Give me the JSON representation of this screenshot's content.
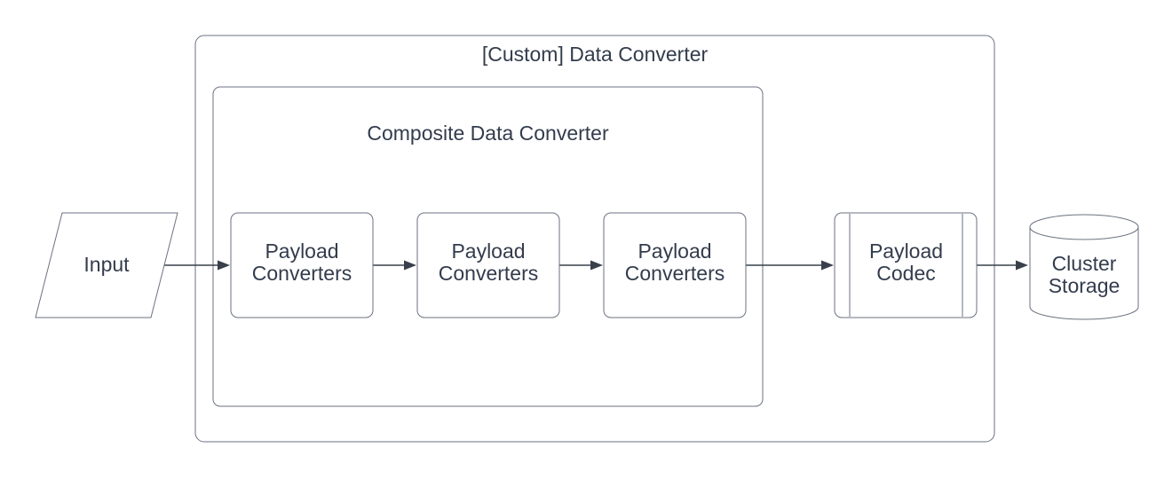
{
  "colors": {
    "background": "#ffffff",
    "shape_fill": "#ffffff",
    "shape_border": "#6b7280",
    "arrow": "#39404c",
    "text": "#333c4d"
  },
  "nodes": {
    "input": {
      "label": "Input",
      "shape": "parallelogram"
    },
    "custom_data_converter": {
      "label": "[Custom] Data Converter",
      "shape": "container"
    },
    "composite_data_converter": {
      "label": "Composite Data Converter",
      "shape": "container"
    },
    "payload_converters": [
      {
        "label": "Payload Converters"
      },
      {
        "label": "Payload Converters"
      },
      {
        "label": "Payload Converters"
      }
    ],
    "payload_codec": {
      "label": "Payload Codec",
      "shape": "predefined-process"
    },
    "cluster_storage": {
      "label": "Cluster Storage",
      "shape": "cylinder"
    }
  },
  "edges": [
    {
      "from": "input",
      "to": "payload_converters_1"
    },
    {
      "from": "payload_converters_1",
      "to": "payload_converters_2"
    },
    {
      "from": "payload_converters_2",
      "to": "payload_converters_3"
    },
    {
      "from": "payload_converters_3",
      "to": "payload_codec"
    },
    {
      "from": "payload_codec",
      "to": "cluster_storage"
    }
  ]
}
